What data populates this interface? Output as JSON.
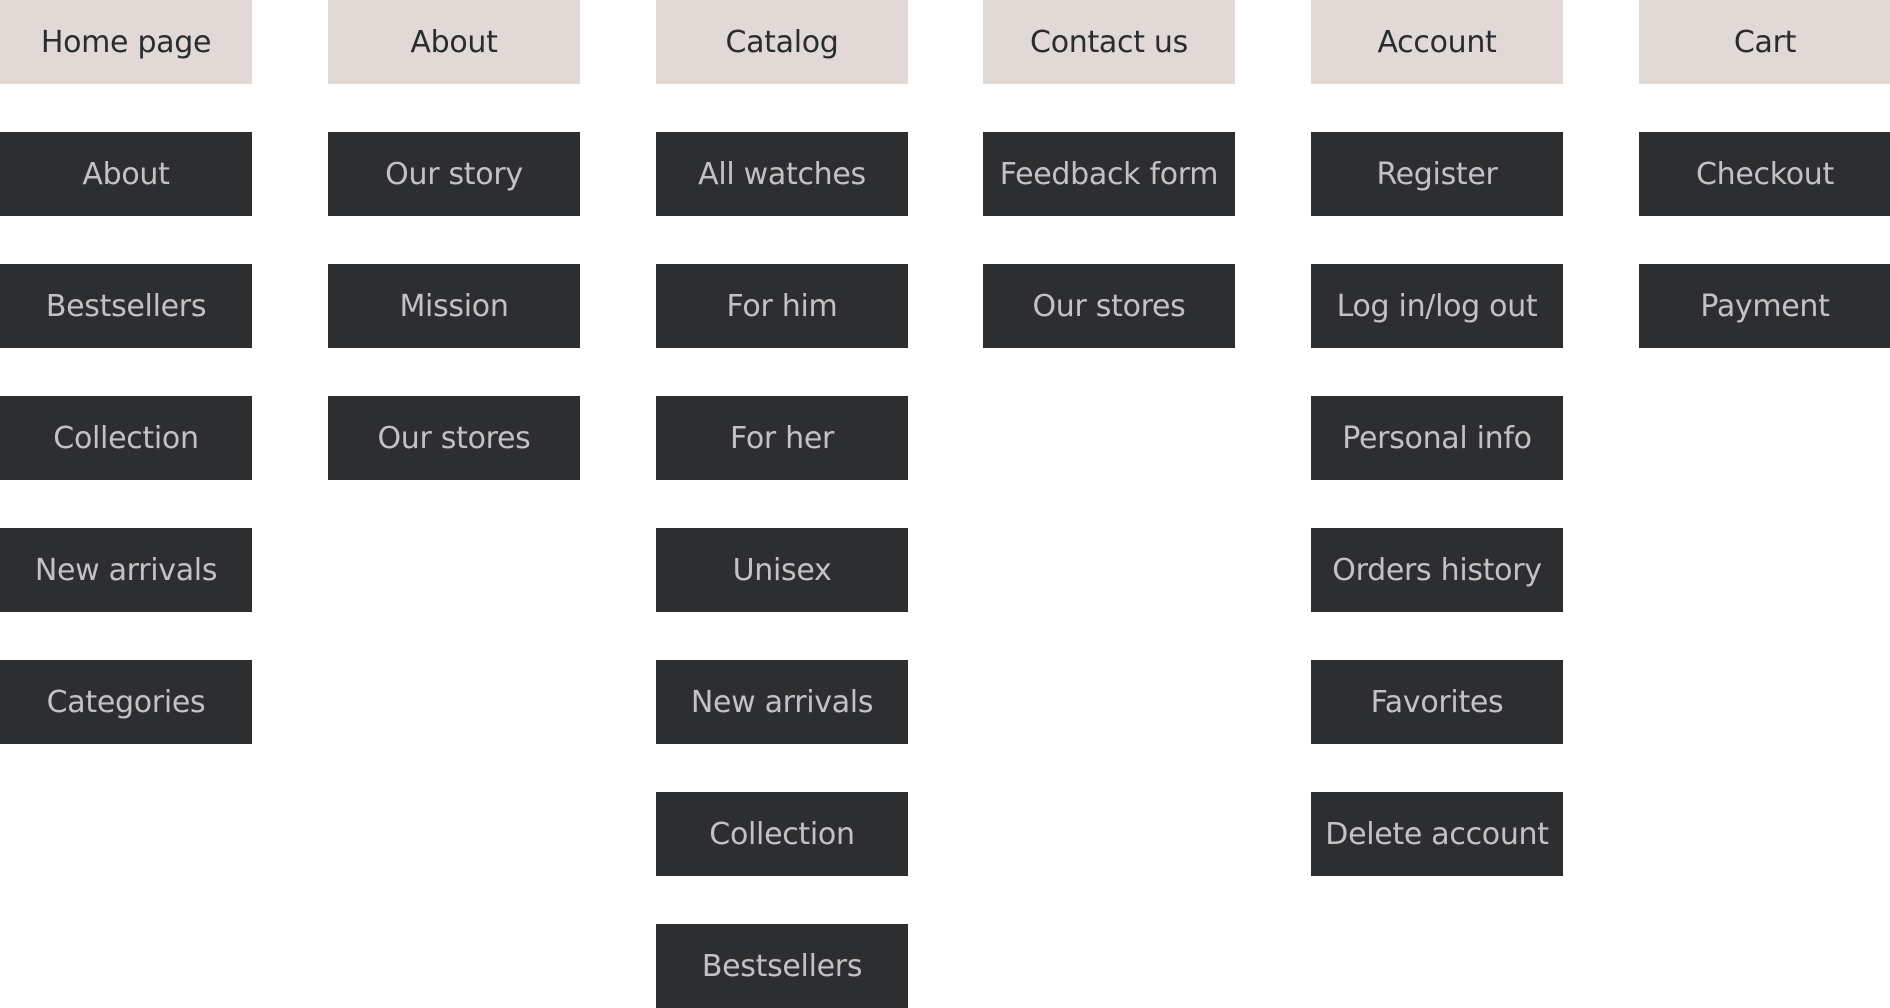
{
  "sitemap": [
    {
      "title": "Home page",
      "items": [
        "About",
        "Bestsellers",
        "Collection",
        "New arrivals",
        "Categories"
      ]
    },
    {
      "title": "About",
      "items": [
        "Our story",
        "Mission",
        "Our stores"
      ]
    },
    {
      "title": "Catalog",
      "items": [
        "All watches",
        "For him",
        "For her",
        "Unisex",
        "New arrivals",
        "Collection",
        "Bestsellers"
      ]
    },
    {
      "title": "Contact us",
      "items": [
        "Feedback form",
        "Our stores"
      ]
    },
    {
      "title": "Account",
      "items": [
        "Register",
        "Log in/log out",
        "Personal info",
        "Orders history",
        "Favorites",
        "Delete account"
      ]
    },
    {
      "title": "Cart",
      "items": [
        "Checkout",
        "Payment"
      ]
    }
  ],
  "colors": {
    "header_bg": "#e1d9d5",
    "header_text": "#2b2c2e",
    "item_bg": "#2d2e30",
    "item_text": "#c2c2c4"
  }
}
